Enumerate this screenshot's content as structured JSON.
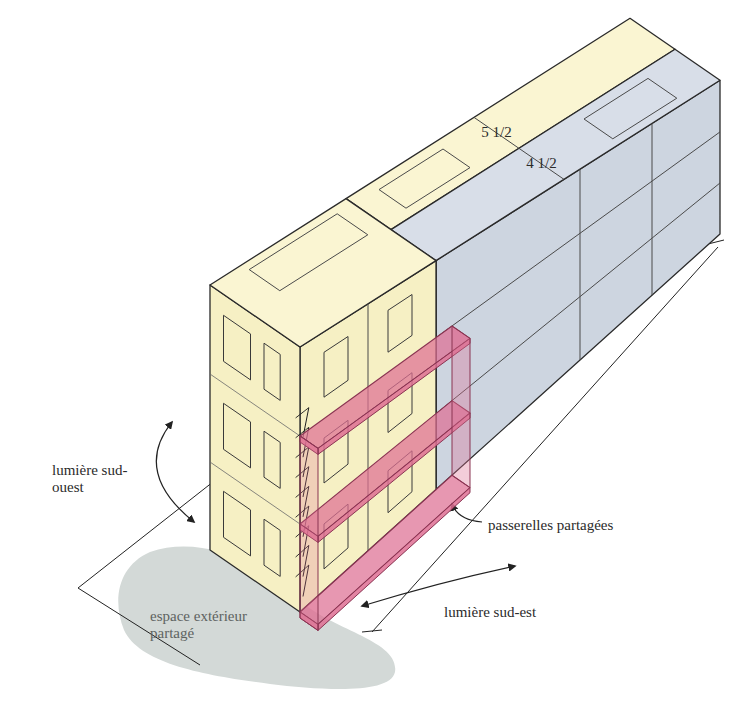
{
  "diagram": {
    "labels": [
      "5 1/2",
      "4 1/2",
      "lumière sud-ouest",
      "passerelles partagées",
      "lumière sud-est",
      "espace extérieur partagé"
    ]
  }
}
